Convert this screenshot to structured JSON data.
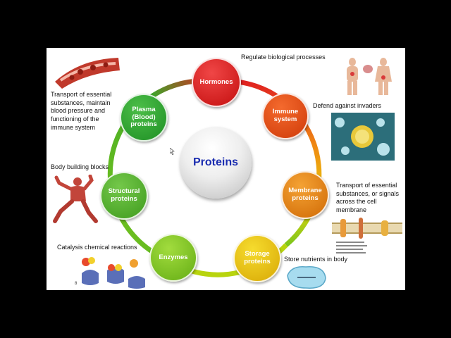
{
  "center": "Proteins",
  "nodes": {
    "hormones": "Hormones",
    "immune": "Immune system",
    "membrane": "Membrane proteins",
    "storage": "Storage proteins",
    "enzymes": "Enzymes",
    "structural": "Structural proteins",
    "plasma": "Plasma (Blood) proteins"
  },
  "notes": {
    "regulate": "Regulate biological processes",
    "defend": "Defend against invaders",
    "transport_membrane": "Transport of essential substances, or signals across the cell membrane",
    "store": "Store nutrients in body",
    "catalysis": "Catalysis chemical reactions",
    "building": "Body building blocks",
    "transport_blood": "Transport of essential substances, maintain blood pressure and functioning of the immune system"
  },
  "colors": {
    "hormones": "#e01b1b",
    "immune": "#e84a10",
    "membrane": "#e8850a",
    "storage": "#e8c805",
    "enzymes": "#7cc51c",
    "structural": "#55b52a",
    "plasma": "#2fa52c"
  }
}
